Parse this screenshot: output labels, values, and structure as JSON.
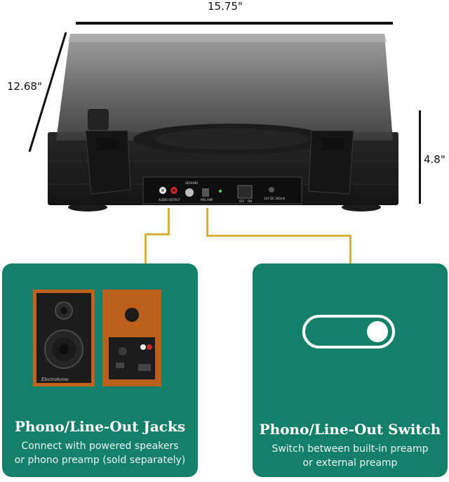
{
  "dimensions": {
    "width_label": "15.75\"",
    "depth_label": "12.68\"",
    "height_label": "4.8\""
  },
  "rear_panel": {
    "audio_output_label": "AUDIO OUTPUT",
    "ground_label": "GROUND",
    "preamp_label": "PRE AMP",
    "off_label": "OFF",
    "on_label": "ON",
    "power_label": "12V DC 500mA"
  },
  "speaker_brand": "Electrohome",
  "left_card": {
    "title": "Phono/Line-Out Jacks",
    "desc_line1": "Connect with powered speakers",
    "desc_line2": "or phono preamp (sold separately)"
  },
  "right_card": {
    "title": "Phono/Line-Out Switch",
    "desc_line1": "Switch between built-in preamp",
    "desc_line2": "or external preamp"
  },
  "colors": {
    "card_green": "#15806a",
    "connector_gold": "#d9b338",
    "wood": "#c0631f"
  }
}
